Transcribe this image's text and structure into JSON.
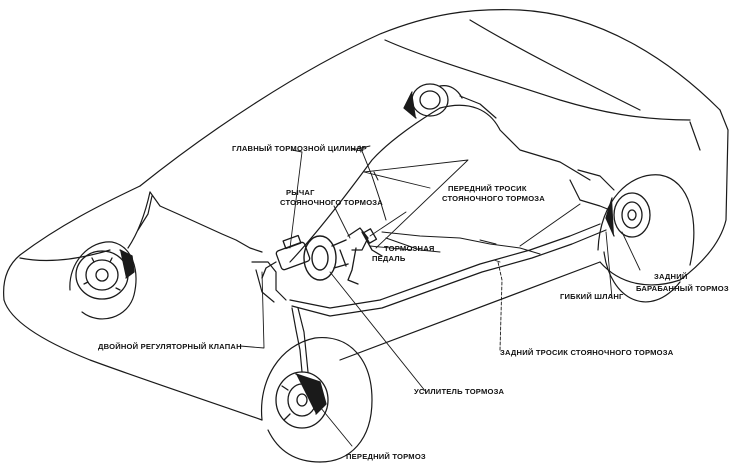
{
  "diagram": {
    "colors": {
      "ink": "#1a1a1a",
      "paper": "#ffffff"
    },
    "labels": {
      "master_cylinder": "ГЛАВНЫЙ ТОРМОЗНОЙ ЦИЛИНДР",
      "parking_lever_1": "РЫЧАГ",
      "parking_lever_2": "СТОЯНОЧНОГО ТОРМОЗА",
      "front_cable_1": "ПЕРЕДНИЙ ТРОСИК",
      "front_cable_2": "СТОЯНОЧНОГО ТОРМОЗА",
      "brake_pedal_1": "ТОРМОЗНАЯ",
      "brake_pedal_2": "ПЕДАЛЬ",
      "rear_drum_1": "ЗАДНИЙ",
      "rear_drum_2": "БАРАБАННЫЙ ТОРМОЗ",
      "flex_hose": "ГИБКИЙ ШЛАНГ",
      "dual_valve": "ДВОЙНОЙ РЕГУЛЯТОРНЫЙ КЛАПАН",
      "rear_cable": "ЗАДНИЙ ТРОСИК СТОЯНОЧНОГО ТОРМОЗА",
      "booster": "УСИЛИТЕЛЬ ТОРМОЗА",
      "front_brake": "ПЕРЕДНИЙ ТОРМОЗ"
    }
  }
}
